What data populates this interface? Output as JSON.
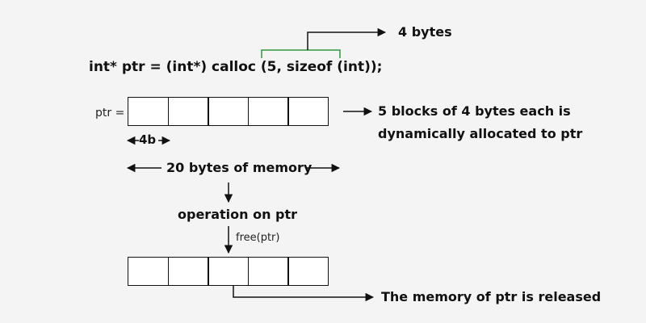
{
  "code_line": "int* ptr = (int*) calloc (5, sizeof (int));",
  "labels": {
    "four_bytes": "4 bytes",
    "ptr_eq": "ptr =",
    "blocks_line1": "5 blocks of 4 bytes each is",
    "blocks_line2": "dynamically allocated to ptr",
    "four_b": "4b",
    "twenty_bytes": "20 bytes of memory",
    "operation": "operation on ptr",
    "free_call": "free(ptr)",
    "released": "The memory of ptr is released"
  },
  "memory": {
    "block_count": 5,
    "allocated_blocks": [
      "",
      "",
      "",
      "",
      ""
    ],
    "after_free_blocks": [
      "",
      "",
      "",
      "",
      ""
    ]
  },
  "colors": {
    "bracket": "#2e9a3e",
    "stroke": "#111111",
    "background": "#f4f4f4"
  }
}
